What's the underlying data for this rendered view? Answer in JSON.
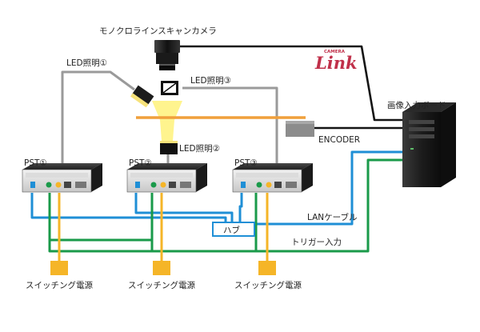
{
  "labels": {
    "camera": "モノクロラインスキャンカメラ",
    "led1": "LED照明①",
    "led2": "LED照明②",
    "led3": "LED照明③",
    "board": "画像入力ボード",
    "encoder": "ENCODER",
    "pst1": "PST①",
    "pst2": "PST②",
    "pst3": "PST③",
    "hub": "ハブ",
    "lan": "LANケーブル",
    "trigger": "トリガー入力",
    "psu1": "スイッチング電源",
    "psu2": "スイッチング電源",
    "psu3": "スイッチング電源"
  },
  "logo": {
    "top": "CAMERA",
    "main": "Link"
  },
  "colors": {
    "lan": "#1f8fd6",
    "trigger": "#1a9a4a",
    "power": "#f5b528",
    "light_cable": "#9a9a9a",
    "conveyor": "#f0a03c",
    "beam": "#fff27a",
    "black_cable": "#151515",
    "logo": "#c0304a"
  },
  "icons": {
    "camera": "line-scan-camera-icon",
    "pc": "pc-tower-icon",
    "encoder": "encoder-icon",
    "controller": "pst-controller-icon",
    "power": "switching-power-supply-icon"
  }
}
